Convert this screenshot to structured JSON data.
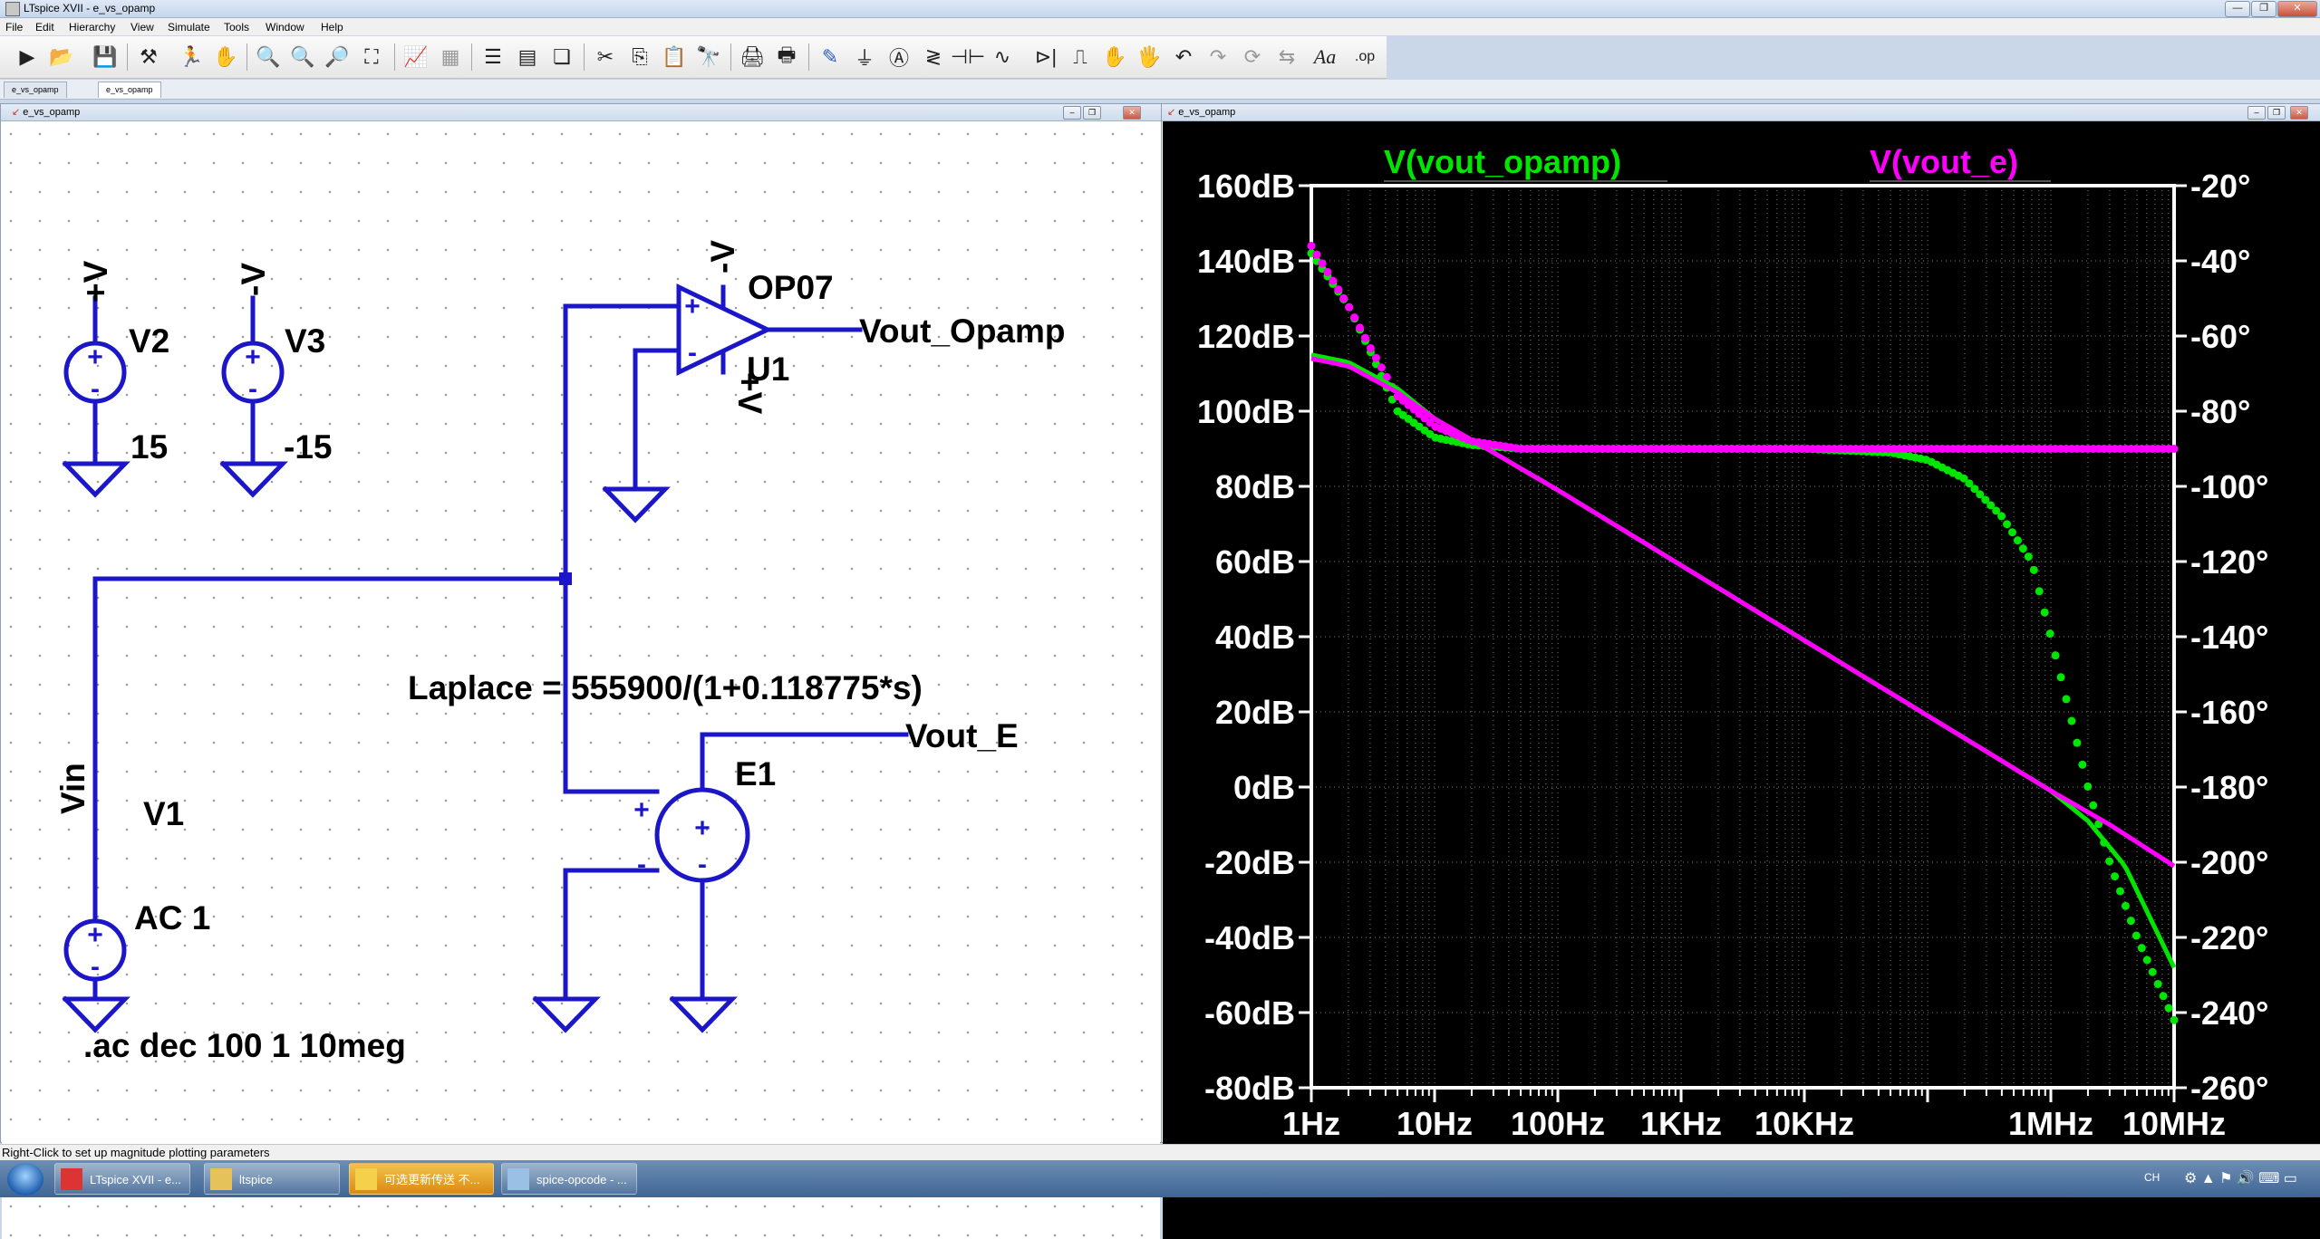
{
  "window": {
    "title": "LTspice XVII - e_vs_opamp"
  },
  "menu": [
    "File",
    "Edit",
    "Hierarchy",
    "View",
    "Simulate",
    "Tools",
    "Window",
    "Help"
  ],
  "tabs": [
    "e_vs_opamp",
    "e_vs_opamp"
  ],
  "schematic": {
    "title": "e_vs_opamp",
    "v2": {
      "name": "V2",
      "value": "15",
      "net": "+V"
    },
    "v3": {
      "name": "V3",
      "value": "-15",
      "net": "-V"
    },
    "u1": {
      "model": "OP07",
      "name": "U1",
      "neg_supply": "-V",
      "pos_supply": "+V",
      "plus": "+",
      "minus": "-"
    },
    "vout_opamp": "Vout_Opamp",
    "laplace": "Laplace = 555900/(1+0.118775*s)",
    "vout_e": "Vout_E",
    "e1": {
      "name": "E1",
      "plus": "+",
      "minus": "-"
    },
    "v1": {
      "name": "V1",
      "value": "AC 1",
      "net": "Vin"
    },
    "directive": ".ac dec 100 1 10meg",
    "source_plus": "+",
    "source_minus": "-"
  },
  "waveform": {
    "title": "e_vs_opamp",
    "trace1": {
      "label": "V(vout_opamp)",
      "color": "#00e600"
    },
    "trace2": {
      "label": "V(vout_e)",
      "color": "#ff00ff"
    }
  },
  "chart_data": {
    "type": "line",
    "x_scale": "log",
    "x_ticks": [
      "1Hz",
      "10Hz",
      "100Hz",
      "1KHz",
      "10KHz",
      "1MHz",
      "10MHz"
    ],
    "x_tick_values": [
      1,
      10,
      100,
      1000,
      10000,
      1000000,
      10000000
    ],
    "xlim": [
      1,
      10000000
    ],
    "y_left_ticks": [
      "160dB",
      "140dB",
      "120dB",
      "100dB",
      "80dB",
      "60dB",
      "40dB",
      "20dB",
      "0dB",
      "-20dB",
      "-40dB",
      "-60dB",
      "-80dB"
    ],
    "y_right_ticks": [
      "-20°",
      "-40°",
      "-60°",
      "-80°",
      "-100°",
      "-120°",
      "-140°",
      "-160°",
      "-180°",
      "-200°",
      "-220°",
      "-240°",
      "-260°"
    ],
    "ylim_left": [
      -80,
      160
    ],
    "ylim_right": [
      -260,
      -20
    ],
    "grid": true,
    "series": [
      {
        "name": "V(vout_opamp)",
        "kind": "magnitude",
        "axis": "left",
        "style": "solid",
        "color": "#00e600",
        "x": [
          1,
          2,
          5,
          10,
          30,
          100,
          1000,
          10000,
          100000,
          1000000,
          2000000,
          4000000,
          10000000
        ],
        "y": [
          115,
          113,
          106,
          98,
          89,
          79,
          59,
          39,
          19,
          -1,
          -9,
          -21,
          -48
        ]
      },
      {
        "name": "V(vout_e)",
        "kind": "magnitude",
        "axis": "left",
        "style": "solid",
        "color": "#ff00ff",
        "x": [
          1,
          2,
          5,
          10,
          30,
          100,
          1000,
          10000,
          100000,
          1000000,
          3000000,
          10000000
        ],
        "y": [
          114,
          112,
          105,
          98,
          89,
          79,
          59,
          39,
          19,
          -1,
          -10,
          -21
        ]
      },
      {
        "name": "V(vout_opamp)",
        "kind": "phase",
        "axis": "right",
        "style": "dotted",
        "color": "#00e600",
        "x": [
          1,
          2,
          3,
          5,
          10,
          20,
          50,
          100,
          1000,
          10000,
          50000,
          100000,
          200000,
          400000,
          700000,
          1000000,
          2000000,
          3000000,
          5000000,
          10000000
        ],
        "y": [
          -38,
          -52,
          -64,
          -80,
          -87,
          -89,
          -90,
          -90,
          -90,
          -90,
          -91,
          -93,
          -98,
          -108,
          -120,
          -140,
          -180,
          -200,
          -220,
          -242
        ]
      },
      {
        "name": "V(vout_e)",
        "kind": "phase",
        "axis": "right",
        "style": "dotted",
        "color": "#ff00ff",
        "x": [
          1,
          2,
          3,
          5,
          10,
          20,
          50,
          100,
          1000,
          10000,
          100000,
          1000000,
          10000000
        ],
        "y": [
          -36,
          -52,
          -63,
          -76,
          -84,
          -88,
          -90,
          -90,
          -90,
          -90,
          -90,
          -90,
          -90
        ]
      }
    ]
  },
  "status": {
    "text": "Right-Click to set up magnitude plotting parameters"
  },
  "taskbar": {
    "items": [
      "LTspice XVII - e...",
      "ltspice",
      "可选更新传送 不...",
      "spice-opcode - ..."
    ],
    "tray": "CH"
  }
}
